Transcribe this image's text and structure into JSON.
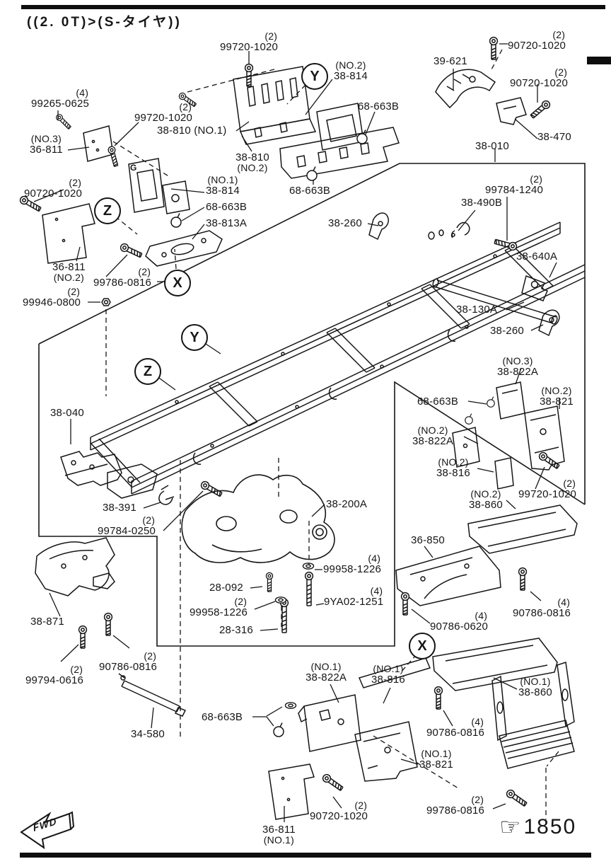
{
  "page": {
    "title": "((2. 0T)>(S-タイヤ))",
    "fwd_label": "FWD",
    "figure_ref": {
      "icon": "pointing-hand-icon",
      "text": "1850"
    }
  },
  "callouts": [
    {
      "letter": "Y"
    },
    {
      "letter": "Z"
    },
    {
      "letter": "X"
    },
    {
      "letter": "Y"
    },
    {
      "letter": "Z"
    },
    {
      "letter": "X"
    }
  ],
  "diagram_marks": {
    "grease_point": "G"
  },
  "labels": [
    {
      "pre": "(2)",
      "text": "99720-1020"
    },
    {
      "pre": "(2)",
      "text": "90720-1020"
    },
    {
      "text": "39-621"
    },
    {
      "pre": "(2)",
      "text": "90720-1020"
    },
    {
      "pre": "(4)",
      "text": "99265-0625"
    },
    {
      "pre": "(2)",
      "text": "99720-1020"
    },
    {
      "text": "38-810 (NO.1)"
    },
    {
      "pre": "(NO.3)",
      "text": "36-811"
    },
    {
      "pre": "(NO.2)",
      "text": "38-814"
    },
    {
      "text": "68-663B"
    },
    {
      "text": "38-470"
    },
    {
      "text": "38-010"
    },
    {
      "text": "38-810",
      "post": "(NO.2)"
    },
    {
      "pre": "(2)",
      "text": "90720-1020"
    },
    {
      "text": "68-663B"
    },
    {
      "pre": "(NO.1)",
      "text": "38-814"
    },
    {
      "text": "68-663B"
    },
    {
      "text": "38-813A"
    },
    {
      "pre": "(2)",
      "text": "99784-1240"
    },
    {
      "text": "38-490B"
    },
    {
      "text": "38-260"
    },
    {
      "text": "36-811",
      "post": "(NO.2)"
    },
    {
      "pre": "(2)",
      "text": "99786-0816"
    },
    {
      "pre": "(2)",
      "text": "99946-0800"
    },
    {
      "text": "38-640A"
    },
    {
      "text": "38-130A"
    },
    {
      "text": "38-260"
    },
    {
      "text": "38-040"
    },
    {
      "pre": "(NO.3)",
      "text": "38-822A"
    },
    {
      "text": "68-663B"
    },
    {
      "pre": "(NO.2)",
      "text": "38-821"
    },
    {
      "pre": "(NO.2)",
      "text": "38-822A"
    },
    {
      "pre": "(NO.2)",
      "text": "38-816"
    },
    {
      "pre": "(NO.2)",
      "text": "38-860"
    },
    {
      "pre": "(2)",
      "text": "99720-1020"
    },
    {
      "text": "38-391"
    },
    {
      "pre": "(2)",
      "text": "99784-0250"
    },
    {
      "text": "38-200A"
    },
    {
      "text": "36-850"
    },
    {
      "pre": "(4)",
      "text": "99958-1226"
    },
    {
      "text": "28-092"
    },
    {
      "pre": "(2)",
      "text": "99958-1226"
    },
    {
      "pre": "(4)",
      "text": "9YA02-1251"
    },
    {
      "text": "28-316"
    },
    {
      "text": "38-871"
    },
    {
      "pre": "(4)",
      "text": "90786-0620"
    },
    {
      "pre": "(4)",
      "text": "90786-0816"
    },
    {
      "pre": "(2)",
      "text": "90786-0816"
    },
    {
      "pre": "(2)",
      "text": "99794-0616"
    },
    {
      "pre": "(NO.1)",
      "text": "38-822A"
    },
    {
      "pre": "(NO.1)",
      "text": "38-816"
    },
    {
      "pre": "(NO.1)",
      "text": "38-860"
    },
    {
      "text": "34-580"
    },
    {
      "text": "68-663B"
    },
    {
      "pre": "(4)",
      "text": "90786-0816"
    },
    {
      "pre": "(NO.1)",
      "text": "38-821"
    },
    {
      "pre": "(2)",
      "text": "90720-1020"
    },
    {
      "pre": "(2)",
      "text": "99786-0816"
    },
    {
      "text": "36-811",
      "post": "(NO.1)"
    }
  ]
}
